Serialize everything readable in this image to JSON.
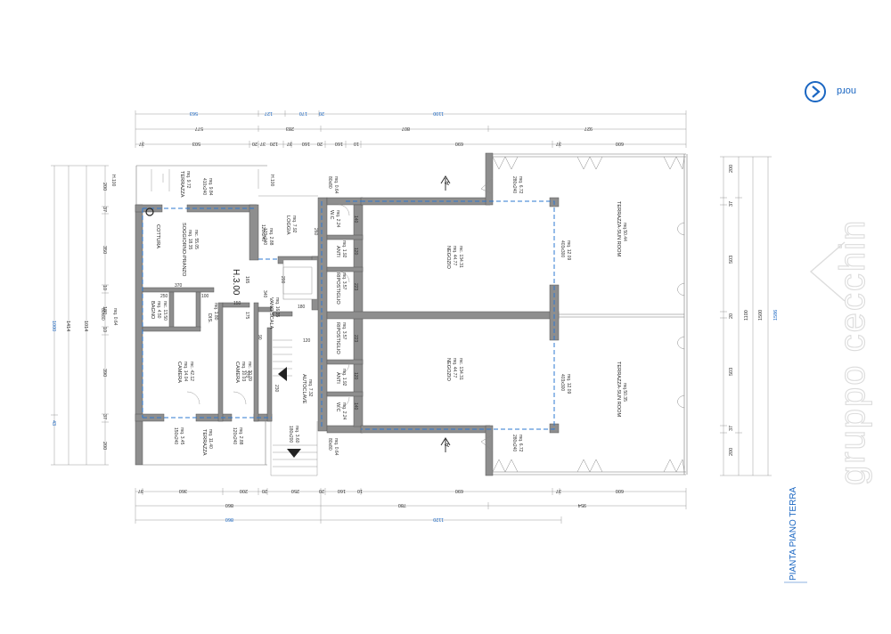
{
  "brand": {
    "logo_text": "gruppo cecchin",
    "north_label": "nord",
    "accent_color": "#1a66c2"
  },
  "sheet_title": "PIANTA PIANO TERRA",
  "section_marks": [
    "A",
    "A"
  ],
  "ceiling_height": "H.3.00",
  "rooms": [
    {
      "name": "TERRAZZA",
      "l1": "mq. 9.72",
      "l2": "410x240",
      "l3": "mq. 9.84"
    },
    {
      "name": "COTTURA"
    },
    {
      "name": "SOGGIORNO-PRANZO",
      "l1": "mq. 18.35",
      "l2": "mc. 55.05"
    },
    {
      "name": "LOGGIA",
      "l1": "mq. 7.92"
    },
    {
      "name": "BAGNO",
      "l1": "mq. 4.50",
      "l2": "mc. 13.50"
    },
    {
      "name": "DIS.",
      "l1": "mq. 1.80"
    },
    {
      "name": "VANO SCALA",
      "l1": "mq. 16.35"
    },
    {
      "name": "CAMERA",
      "l1": "mq. 14.04",
      "l2": "mc. 42.12"
    },
    {
      "name": "CAMERA",
      "l1": "mq. 10.03",
      "l2": "mc. 30.09"
    },
    {
      "name": "AUTOCLAVE",
      "l1": "mq. 7.32"
    },
    {
      "name": "TERRAZZA",
      "l1": "mq. 11.40"
    },
    {
      "name": "W.C",
      "l1": "mq. 2.24"
    },
    {
      "name": "ANTI",
      "l1": "mq. 1.92"
    },
    {
      "name": "RIPOSTIGLIO",
      "l1": "mq. 3.57"
    },
    {
      "name": "NEGOZIO",
      "l1": "mq. 44.77",
      "l2": "mc. 134.31"
    },
    {
      "name": "RIPOSTIGLIO",
      "l1": "mq. 3.57"
    },
    {
      "name": "ANTI",
      "l1": "mq. 1.92"
    },
    {
      "name": "NEGOZIO",
      "l1": "mq. 44.77",
      "l2": "mc. 134.31"
    },
    {
      "name": "W.C",
      "l1": "mq. 2.24"
    },
    {
      "name": "TERRAZZA-SUN ROOM",
      "l1": "mq.50.44"
    },
    {
      "name": "TERRAZZA-SUN ROOM",
      "l1": "mq.50.35"
    }
  ],
  "openings": [
    "H.100",
    "H.100",
    "120x240",
    "mq. 2.88",
    "80x80",
    "mq. 0.64",
    "80x80",
    "mq. 0.64",
    "80x80",
    "mq. 0.64",
    "280x240",
    "mq. 6.72",
    "280x240",
    "mq. 6.72",
    "403x300",
    "mq. 12.09",
    "403x300",
    "mq. 12.09",
    "150x240",
    "mq. 3.45",
    "120x240",
    "mq. 2.88",
    "180x200",
    "mq. 3.60"
  ],
  "dims_top": {
    "row1": [
      "563",
      "127",
      "170",
      "20",
      "1100"
    ],
    "row2": [
      "577",
      "283",
      "807",
      "927"
    ],
    "row3": [
      "37",
      "503",
      "20",
      "37",
      "120",
      "37",
      "160",
      "20",
      "160",
      "10",
      "690",
      "37",
      "600"
    ]
  },
  "dims_bottom": {
    "row1": [
      "37",
      "360",
      "200",
      "20",
      "250",
      "20",
      "160",
      "10",
      "690",
      "37",
      "600"
    ],
    "row2": [
      "860",
      "780",
      "954"
    ],
    "row3": [
      "860",
      "1120"
    ]
  },
  "dims_left": {
    "outer": [
      "1000",
      "43"
    ],
    "second": [
      "1414"
    ],
    "third": [
      "1014"
    ],
    "fourth": [
      "200",
      "37",
      "350",
      "10",
      "180",
      "10",
      "390",
      "37",
      "200"
    ]
  },
  "dims_right": {
    "first": [
      "200",
      "37",
      "503",
      "20",
      "503",
      "37",
      "200"
    ],
    "second": [
      "1100"
    ],
    "third": [
      "1500"
    ],
    "outer": [
      "1586"
    ]
  },
  "interior_dims": [
    "370",
    "250",
    "100",
    "165",
    "150",
    "175",
    "90",
    "340",
    "200",
    "180",
    "370",
    "230",
    "260",
    "140",
    "120",
    "223",
    "223",
    "120",
    "140",
    "120",
    "120x240"
  ]
}
